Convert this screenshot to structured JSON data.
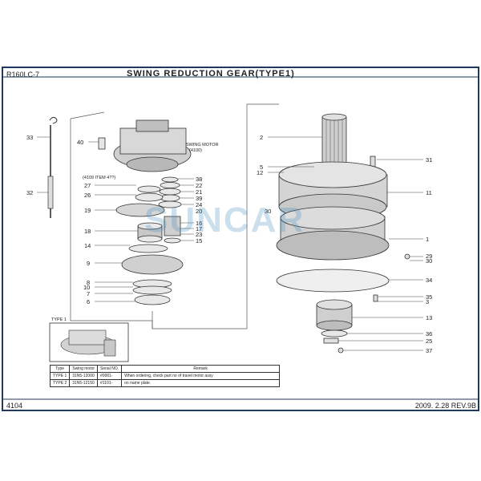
{
  "header": {
    "model": "R160LC-7",
    "title": "SWING REDUCTION GEAR(TYPE1)"
  },
  "footer": {
    "page": "4104",
    "date_rev": "2009. 2.28  REV.9B"
  },
  "watermark": "SUNCAR",
  "notes": {
    "swing_motor": "SWING MOTOR",
    "swing_motor_no": "(4100)",
    "item_ref": "(4109 ITEM 4??)",
    "type_box": "TYPE 1"
  },
  "callouts_left": [
    "33",
    "40",
    "32",
    "27",
    "26",
    "19",
    "18",
    "14",
    "9",
    "8",
    "10",
    "7",
    "6"
  ],
  "callouts_mid": [
    "38",
    "22",
    "21",
    "39",
    "24",
    "20",
    "16",
    "17",
    "23",
    "15"
  ],
  "callouts_right_left": [
    "2",
    "5",
    "12",
    "30"
  ],
  "callouts_right": [
    "31",
    "11",
    "1",
    "29",
    "30",
    "34",
    "35",
    "3",
    "13",
    "36",
    "25",
    "37"
  ],
  "table": {
    "headers": [
      "Type",
      "Swing motor",
      "Serial NO.",
      "Remark"
    ],
    "rows": [
      [
        "TYPE 1",
        "31N5-12000",
        "#0001-",
        "When ordering, check part no of travel motor assy"
      ],
      [
        "TYPE 2",
        "31N5-12150",
        "#1101-",
        "on name plate."
      ]
    ]
  },
  "colors": {
    "frame": "#1f3a5c",
    "line": "#333333",
    "watermark": "#468cbe"
  }
}
